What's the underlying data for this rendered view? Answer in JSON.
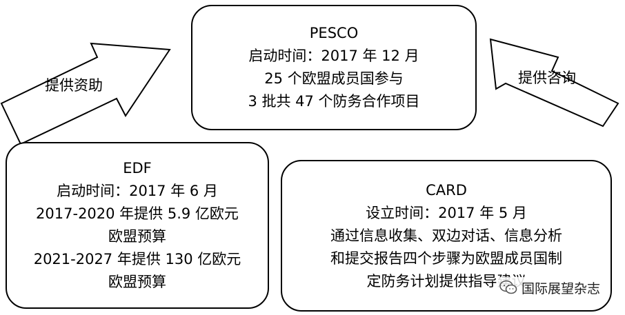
{
  "arrows": {
    "left_label": "提供资助",
    "right_label": "提供咨询"
  },
  "pesco": {
    "title": "PESCO",
    "line1": "启动时间：2017 年 12 月",
    "line2": "25 个欧盟成员国参与",
    "line3": "3 批共 47 个防务合作项目"
  },
  "edf": {
    "title": "EDF",
    "line1": "启动时间：2017 年 6 月",
    "line2": "2017-2020 年提供 5.9 亿欧元",
    "line3": "欧盟预算",
    "line4": "2021-2027 年提供 130 亿欧元",
    "line5": "欧盟预算"
  },
  "card": {
    "title": "CARD",
    "line1": "设立时间：2017 年 5 月",
    "line2": "通过信息收集、双边对话、信息分析",
    "line3": "和提交报告四个步骤为欧盟成员国制",
    "line4": "定防务计划提供指导建议"
  },
  "watermark": {
    "text": "国际展望杂志",
    "icon": "wechat-icon"
  }
}
